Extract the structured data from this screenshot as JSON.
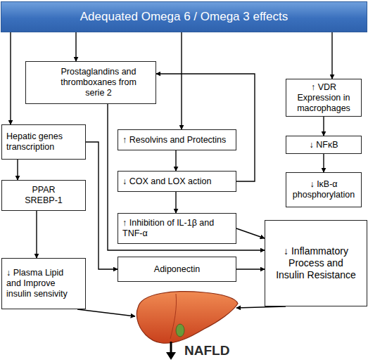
{
  "diagram": {
    "nodes": [
      {
        "text": [
          "Adequated Omega 6 / Omega 3 effects"
        ]
      },
      {
        "text": [
          "Prostaglandins and thromboxanes from serie 2"
        ]
      },
      {
        "text": [
          "↑ VDR Expression in macrophages"
        ]
      },
      {
        "text": [
          "Hepatic genes transcription"
        ]
      },
      {
        "text": [
          "↑ Resolvins and Protectins"
        ]
      },
      {
        "text": [
          "↓ NFκB"
        ]
      },
      {
        "text": [
          "↓ COX and LOX action"
        ]
      },
      {
        "text": [
          "↓ IκB-α phosphorylation"
        ]
      },
      {
        "text": [
          "PPAR SREBP-1"
        ]
      },
      {
        "text": [
          "↑ Inhibition of IL-1β and TNF-α"
        ]
      },
      {
        "text": [
          "↓ Inflammatory Process and Insulin Resistance"
        ]
      },
      {
        "text": [
          "↓ Plasma Lipid and Improve insulin sensivity"
        ]
      },
      {
        "text": [
          "Adiponectin"
        ]
      },
      {
        "text": [
          "NAFLD"
        ]
      }
    ],
    "edges": [
      {
        "from": 0,
        "to": 3,
        "arrow": "to"
      },
      {
        "from": 0,
        "to": 1,
        "arrow": "to"
      },
      {
        "from": 0,
        "to": 4,
        "arrow": "to"
      },
      {
        "from": 0,
        "to": 2,
        "arrow": "to"
      },
      {
        "from": 2,
        "to": 5,
        "arrow": "to"
      },
      {
        "from": 5,
        "to": 7,
        "arrow": "to"
      },
      {
        "from": 4,
        "to": 6,
        "arrow": "to"
      },
      {
        "from": 6,
        "to": 1,
        "arrow": "to"
      },
      {
        "from": 6,
        "to": 9,
        "arrow": "to"
      },
      {
        "from": 9,
        "to": 10,
        "arrow": "to"
      },
      {
        "from": 1,
        "to": 10,
        "arrow": "to"
      },
      {
        "from": 3,
        "to": 8,
        "arrow": "to"
      },
      {
        "from": 8,
        "to": 11,
        "arrow": "to"
      },
      {
        "from": 3,
        "to": 12,
        "arrow": "to"
      },
      {
        "from": 12,
        "to": 10,
        "arrow": "to"
      },
      {
        "from": 11,
        "to": 13,
        "arrow": "to"
      },
      {
        "from": 10,
        "to": 13,
        "arrow": "to"
      }
    ]
  }
}
